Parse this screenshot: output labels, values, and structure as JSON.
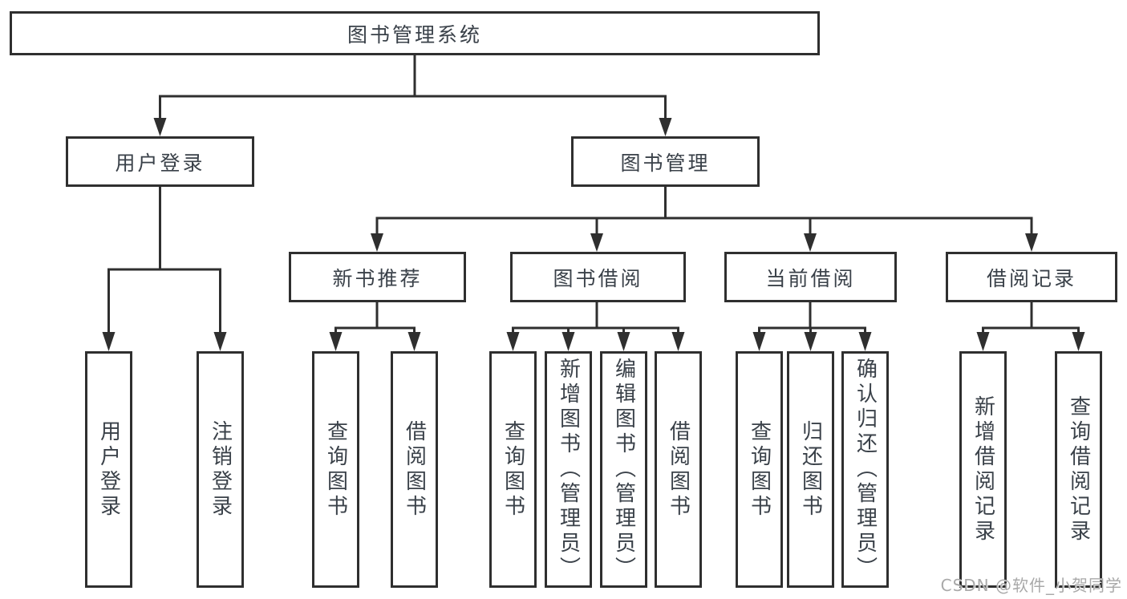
{
  "diagram": {
    "tree": {
      "root": {
        "label": "图书管理系统",
        "children": [
          {
            "label": "用户登录",
            "children": [
              {
                "label": "用户登录"
              },
              {
                "label": "注销登录"
              }
            ]
          },
          {
            "label": "图书管理",
            "children": [
              {
                "label": "新书推荐",
                "children": [
                  {
                    "label": "查询图书"
                  },
                  {
                    "label": "借阅图书"
                  }
                ]
              },
              {
                "label": "图书借阅",
                "children": [
                  {
                    "label": "查询图书"
                  },
                  {
                    "label": "新增图书（管理员）"
                  },
                  {
                    "label": "编辑图书（管理员）"
                  },
                  {
                    "label": "借阅图书"
                  }
                ]
              },
              {
                "label": "当前借阅",
                "children": [
                  {
                    "label": "查询图书"
                  },
                  {
                    "label": "归还图书"
                  },
                  {
                    "label": "确认归还（管理员）"
                  }
                ]
              },
              {
                "label": "借阅记录",
                "children": [
                  {
                    "label": "新增借阅记录"
                  },
                  {
                    "label": "查询借阅记录"
                  }
                ]
              }
            ]
          }
        ]
      }
    },
    "colors": {
      "line": "#2f2f2f",
      "text": "#3a4149",
      "background": "#ffffff",
      "watermark_text": "#a9a9a9"
    }
  },
  "watermark": {
    "text": "CSDN @软件_小贺同学"
  }
}
